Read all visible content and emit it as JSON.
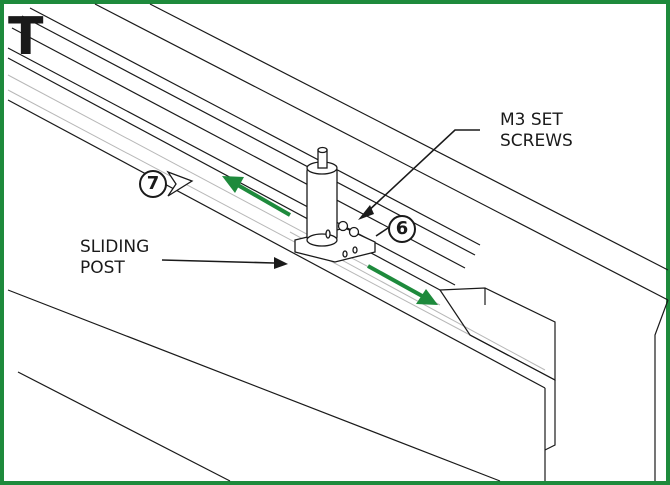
{
  "figure": {
    "corner_letter": "T",
    "label_set_screws": "M3 SET\nSCREWS",
    "label_sliding_post": "SLIDING\nPOST",
    "step_left": "7",
    "step_right": "6"
  },
  "colors": {
    "frame": "#1e8a3c",
    "arrow_green": "#1e8a3c",
    "line": "#1a1a1a"
  }
}
